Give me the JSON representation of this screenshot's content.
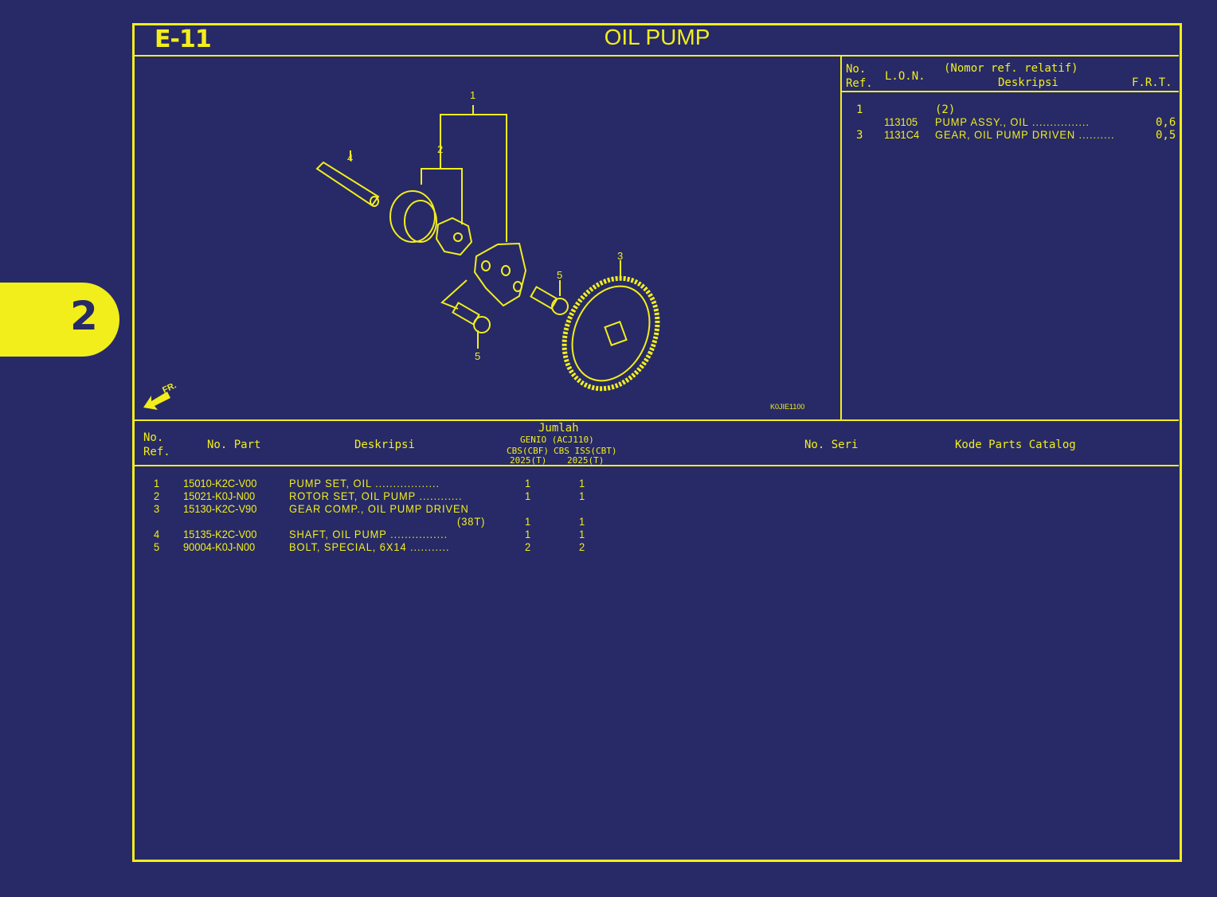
{
  "section_tab": {
    "label": "2"
  },
  "header": {
    "code": "E-11",
    "title": "OIL PUMP"
  },
  "diagram": {
    "code": "K0JIE1100",
    "fr_label": "FR.",
    "callouts": [
      "1",
      "2",
      "3",
      "4",
      "5",
      "5"
    ]
  },
  "lon_table": {
    "headers": {
      "no_ref": "No.\nRef.",
      "lon": "L.O.N.",
      "relatif": "(Nomor ref. relatif)",
      "deskripsi": "Deskripsi",
      "frt": "F.R.T."
    },
    "rows": [
      {
        "ref": "1",
        "lon": "",
        "desc": "(2)",
        "frt": ""
      },
      {
        "ref": "",
        "lon": "113105",
        "desc": "PUMP ASSY., OIL ................",
        "frt": "0,6"
      },
      {
        "ref": "3",
        "lon": "1131C4",
        "desc": "GEAR, OIL PUMP DRIVEN ..........",
        "frt": "0,5"
      }
    ]
  },
  "parts_table": {
    "headers": {
      "no_ref": "No.\nRef.",
      "no_part": "No. Part",
      "deskripsi": "Deskripsi",
      "jumlah": "Jumlah",
      "model": "GENIO (ACJ110)",
      "col1": "CBS(CBF)",
      "col1_year": "2025(T)",
      "col2": "CBS ISS(CBT)",
      "col2_year": "2025(T)",
      "no_seri": "No. Seri",
      "kode": "Kode Parts Catalog"
    },
    "rows": [
      {
        "ref": "1",
        "part": "15010-K2C-V00",
        "desc": "PUMP SET, OIL ..................",
        "q1": "1",
        "q2": "1"
      },
      {
        "ref": "2",
        "part": "15021-K0J-N00",
        "desc": "ROTOR SET, OIL PUMP ............",
        "q1": "1",
        "q2": "1"
      },
      {
        "ref": "3",
        "part": "15130-K2C-V90",
        "desc": "GEAR COMP., OIL PUMP DRIVEN",
        "q1": "",
        "q2": ""
      },
      {
        "ref": "",
        "part": "",
        "desc": "(38T)",
        "q1": "1",
        "q2": "1"
      },
      {
        "ref": "4",
        "part": "15135-K2C-V00",
        "desc": "SHAFT, OIL PUMP ................",
        "q1": "1",
        "q2": "1"
      },
      {
        "ref": "5",
        "part": "90004-K0J-N00",
        "desc": "BOLT, SPECIAL, 6X14 ...........",
        "q1": "2",
        "q2": "2"
      }
    ]
  },
  "colors": {
    "background": "#272a66",
    "accent": "#f2ee1c"
  }
}
